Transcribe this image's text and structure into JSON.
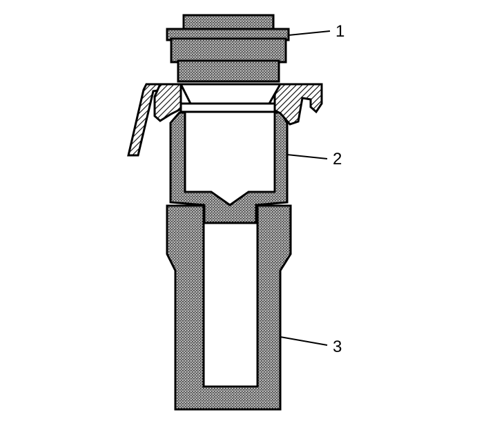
{
  "diagram": {
    "callouts": [
      {
        "id": "1",
        "label": "1"
      },
      {
        "id": "2",
        "label": "2"
      },
      {
        "id": "3",
        "label": "3"
      }
    ],
    "colors": {
      "background": "#ffffff",
      "stroke": "#000000",
      "stipple_fill": "#9a9a9a",
      "hatch": "#000000"
    }
  }
}
